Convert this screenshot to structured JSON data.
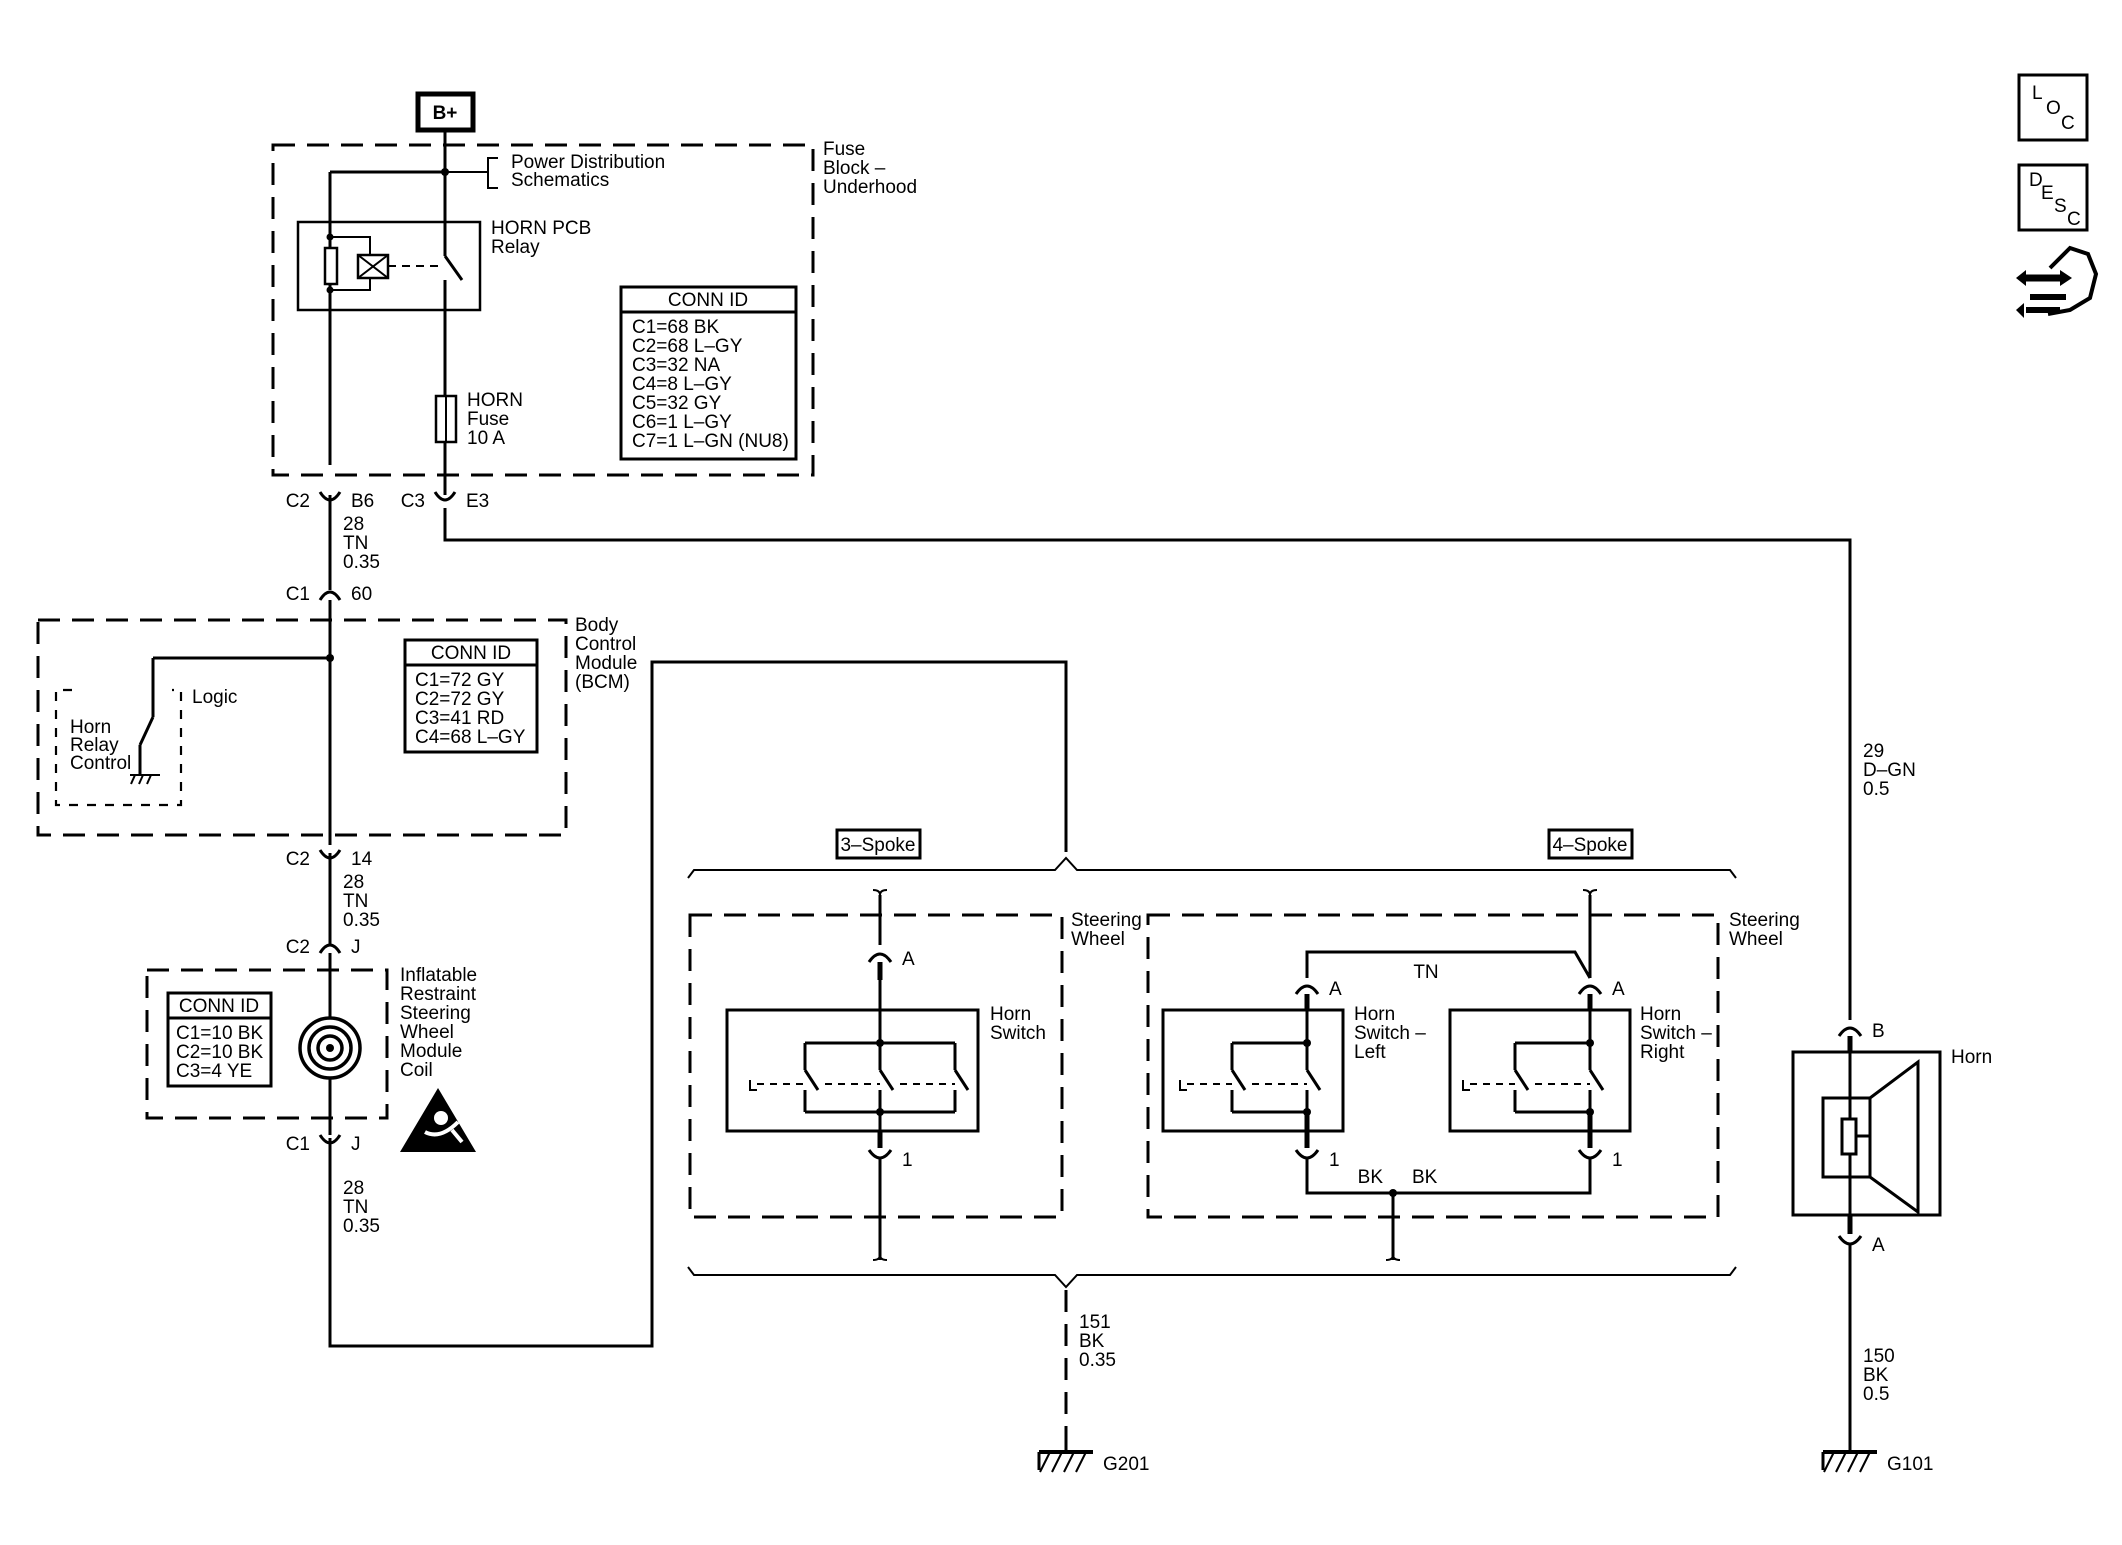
{
  "battery": {
    "label": "B+"
  },
  "fuse_block": {
    "name_line1": "Fuse",
    "name_line2": "Block –",
    "name_line3": "Underhood",
    "power_dist_line1": "Power Distribution",
    "power_dist_line2": "Schematics",
    "relay_line1": "HORN PCB",
    "relay_line2": "Relay",
    "fuse_line1": "HORN",
    "fuse_line2": "Fuse",
    "fuse_line3": "10 A",
    "conn_id_title": "CONN ID",
    "conn_ids": [
      "C1=68 BK",
      "C2=68 L–GY",
      "C3=32 NA",
      "C4=8 L–GY",
      "C5=32 GY",
      "C6=1 L–GY",
      "C7=1 L–GN (NU8)"
    ]
  },
  "bcm": {
    "name_line1": "Body",
    "name_line2": "Control",
    "name_line3": "Module",
    "name_line4": "(BCM)",
    "logic_label": "Logic",
    "ctrl_line1": "Horn",
    "ctrl_line2": "Relay",
    "ctrl_line3": "Control",
    "conn_id_title": "CONN ID",
    "conn_ids": [
      "C1=72 GY",
      "C2=72 GY",
      "C3=41 RD",
      "C4=68 L–GY"
    ]
  },
  "coil": {
    "name_line1": "Inflatable",
    "name_line2": "Restraint",
    "name_line3": "Steering",
    "name_line4": "Wheel",
    "name_line5": "Module",
    "name_line6": "Coil",
    "conn_id_title": "CONN ID",
    "conn_ids": [
      "C1=10 BK",
      "C2=10 BK",
      "C3=4 YE"
    ]
  },
  "connectors": {
    "fb_c2": "C2",
    "fb_b6": "B6",
    "fb_c3": "C3",
    "fb_e3": "E3",
    "bcm_c1": "C1",
    "bcm_60": "60",
    "bcm_c2": "C2",
    "bcm_14": "14",
    "coil_c2": "C2",
    "coil_j_top": "J",
    "coil_c1": "C1",
    "coil_j_bot": "J",
    "sw3_a": "A",
    "sw3_1": "1",
    "swl_a": "A",
    "swl_1": "1",
    "swr_a": "A",
    "swr_1": "1",
    "horn_b": "B",
    "horn_a": "A"
  },
  "wires": {
    "w1": [
      "28",
      "TN",
      "0.35"
    ],
    "w2": [
      "28",
      "TN",
      "0.35"
    ],
    "w3": [
      "28",
      "TN",
      "0.35"
    ],
    "w4": [
      "29",
      "D–GN",
      "0.5"
    ],
    "w5": [
      "151",
      "BK",
      "0.35"
    ],
    "w6": [
      "150",
      "BK",
      "0.5"
    ]
  },
  "steering": {
    "three_spoke": "3–Spoke",
    "four_spoke": "4–Spoke",
    "sw_label_line1": "Steering",
    "sw_label_line2": "Wheel",
    "horn_switch_line1": "Horn",
    "horn_switch_line2": "Switch",
    "left_line1": "Horn",
    "left_line2": "Switch –",
    "left_line3": "Left",
    "right_line1": "Horn",
    "right_line2": "Switch –",
    "right_line3": "Right",
    "tn_label": "TN",
    "bk_left": "BK",
    "bk_right": "BK"
  },
  "horn": {
    "label": "Horn"
  },
  "grounds": {
    "g201": "G201",
    "g101": "G101"
  },
  "side_icons": {
    "loc": [
      "L",
      "O",
      "C"
    ],
    "desc": [
      "D",
      "E",
      "S",
      "C"
    ]
  }
}
